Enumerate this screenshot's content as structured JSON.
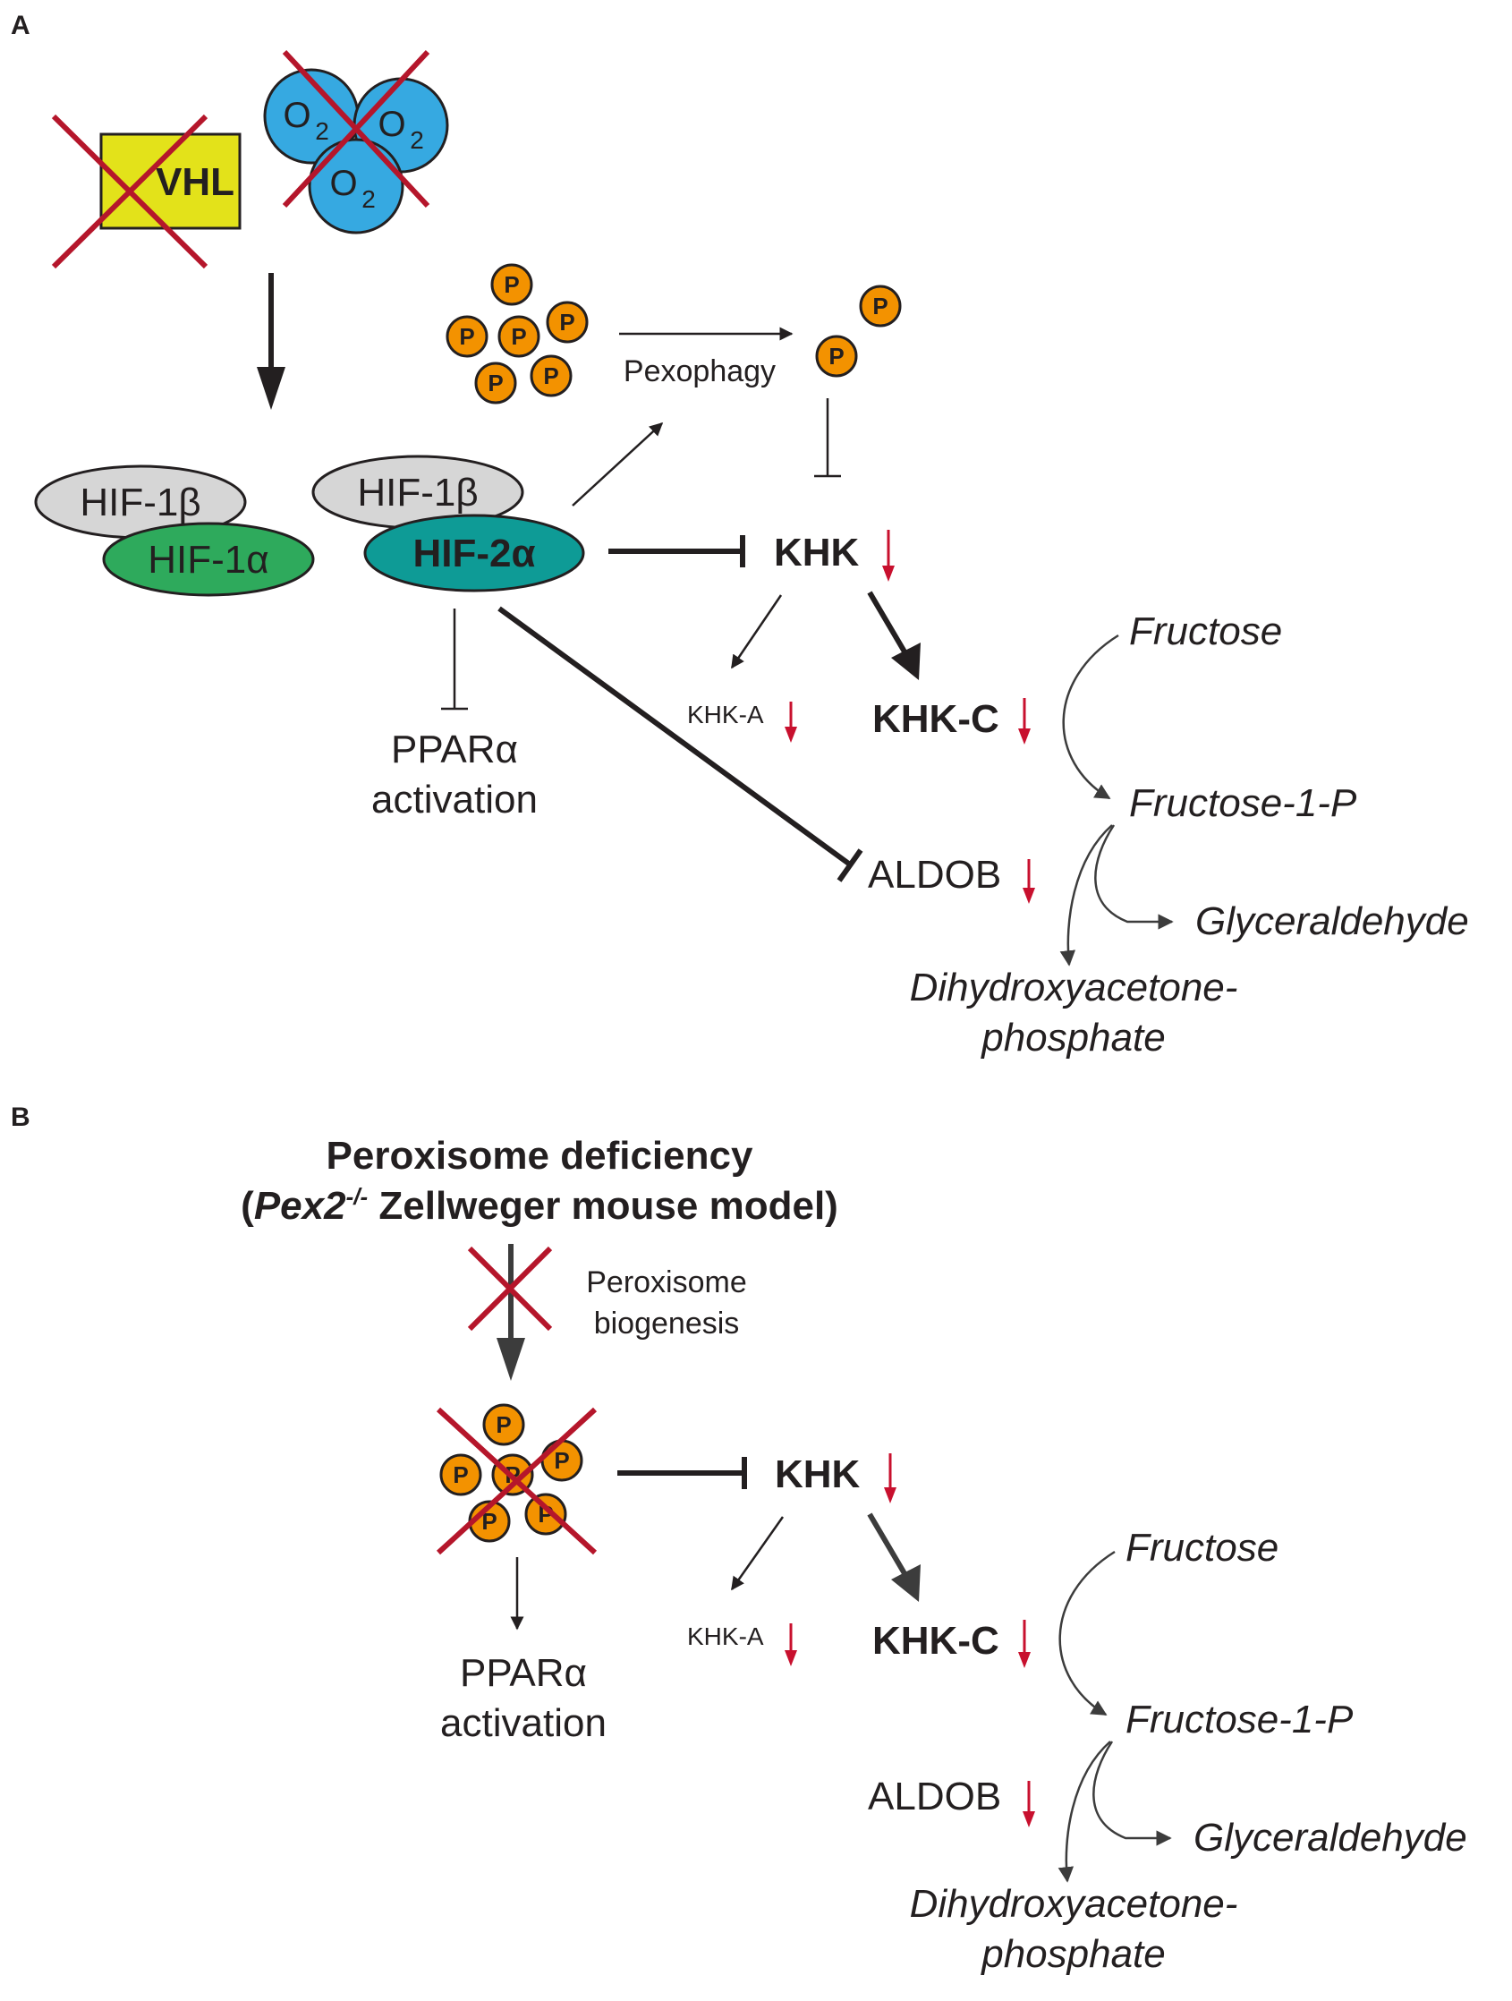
{
  "panel_a": {
    "letter": "A",
    "vhl": "VHL",
    "o2": "O",
    "o2_sub": "2",
    "p": "P",
    "pexophagy": "Pexophagy",
    "hif1b": "HIF-1β",
    "hif1a": "HIF-1α",
    "hif1b_2": "HIF-1β",
    "hif2a": "HIF-2α",
    "khk": "KHK",
    "khk_a": "KHK-A",
    "khk_c": "KHK-C",
    "ppara": "PPARα",
    "activation": "activation",
    "aldob": "ALDOB",
    "fructose": "Fructose",
    "fructose1p": "Fructose-1-P",
    "glyceraldehyde": "Glyceraldehyde",
    "dhap1": "Dihydroxyacetone-",
    "dhap2": "phosphate"
  },
  "panel_b": {
    "letter": "B",
    "title1": "Peroxisome deficiency",
    "title2_open": "(",
    "title2_gene": "Pex2",
    "title2_sup": "-/-",
    "title2_rest": " Zellweger mouse model)",
    "biogenesis1": "Peroxisome",
    "biogenesis2": "biogenesis",
    "p": "P",
    "khk": "KHK",
    "khk_a": "KHK-A",
    "khk_c": "KHK-C",
    "ppara": "PPARα",
    "activation": "activation",
    "aldob": "ALDOB",
    "fructose": "Fructose",
    "fructose1p": "Fructose-1-P",
    "glyceraldehyde": "Glyceraldehyde",
    "dhap1": "Dihydroxyacetone-",
    "dhap2": "phosphate"
  },
  "colors": {
    "ink": "#231f20",
    "down_arrow": "#c8102e",
    "cross": "#b5162b",
    "vhl_box": "#e3e21a",
    "oxygen": "#36a9e1",
    "peroxisome": "#f39200",
    "hif1b": "#d6d6d6",
    "hif1a": "#2eaa5c",
    "hif2a": "#0e9b96",
    "flow": "#3c3c3c"
  }
}
